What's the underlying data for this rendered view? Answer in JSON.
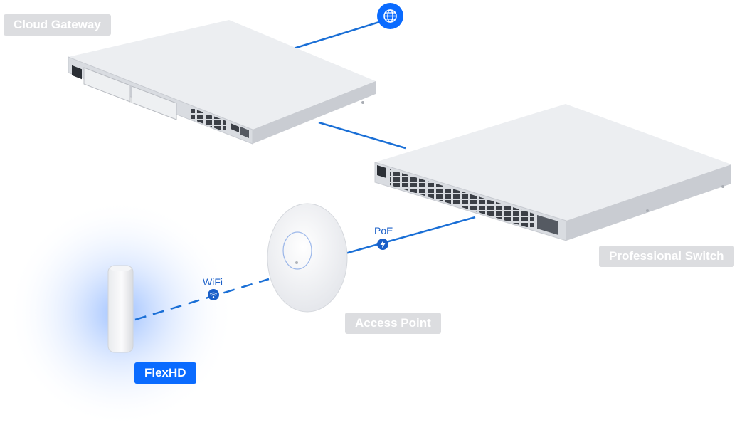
{
  "devices": {
    "cloud_gateway": "Cloud Gateway",
    "professional_switch": "Professional Switch",
    "access_point": "Access Point",
    "flexhd": "FlexHD"
  },
  "links": {
    "poe_label": "PoE",
    "wifi_label": "WiFi"
  },
  "icons": {
    "internet": "globe-icon",
    "poe": "lightning-icon",
    "wifi": "wifi-icon"
  },
  "colors": {
    "accent": "#0a6bff",
    "link": "#1a6fd6",
    "inactive_label_bg": "#dcdde0",
    "device_body": "#e4e6ea"
  }
}
